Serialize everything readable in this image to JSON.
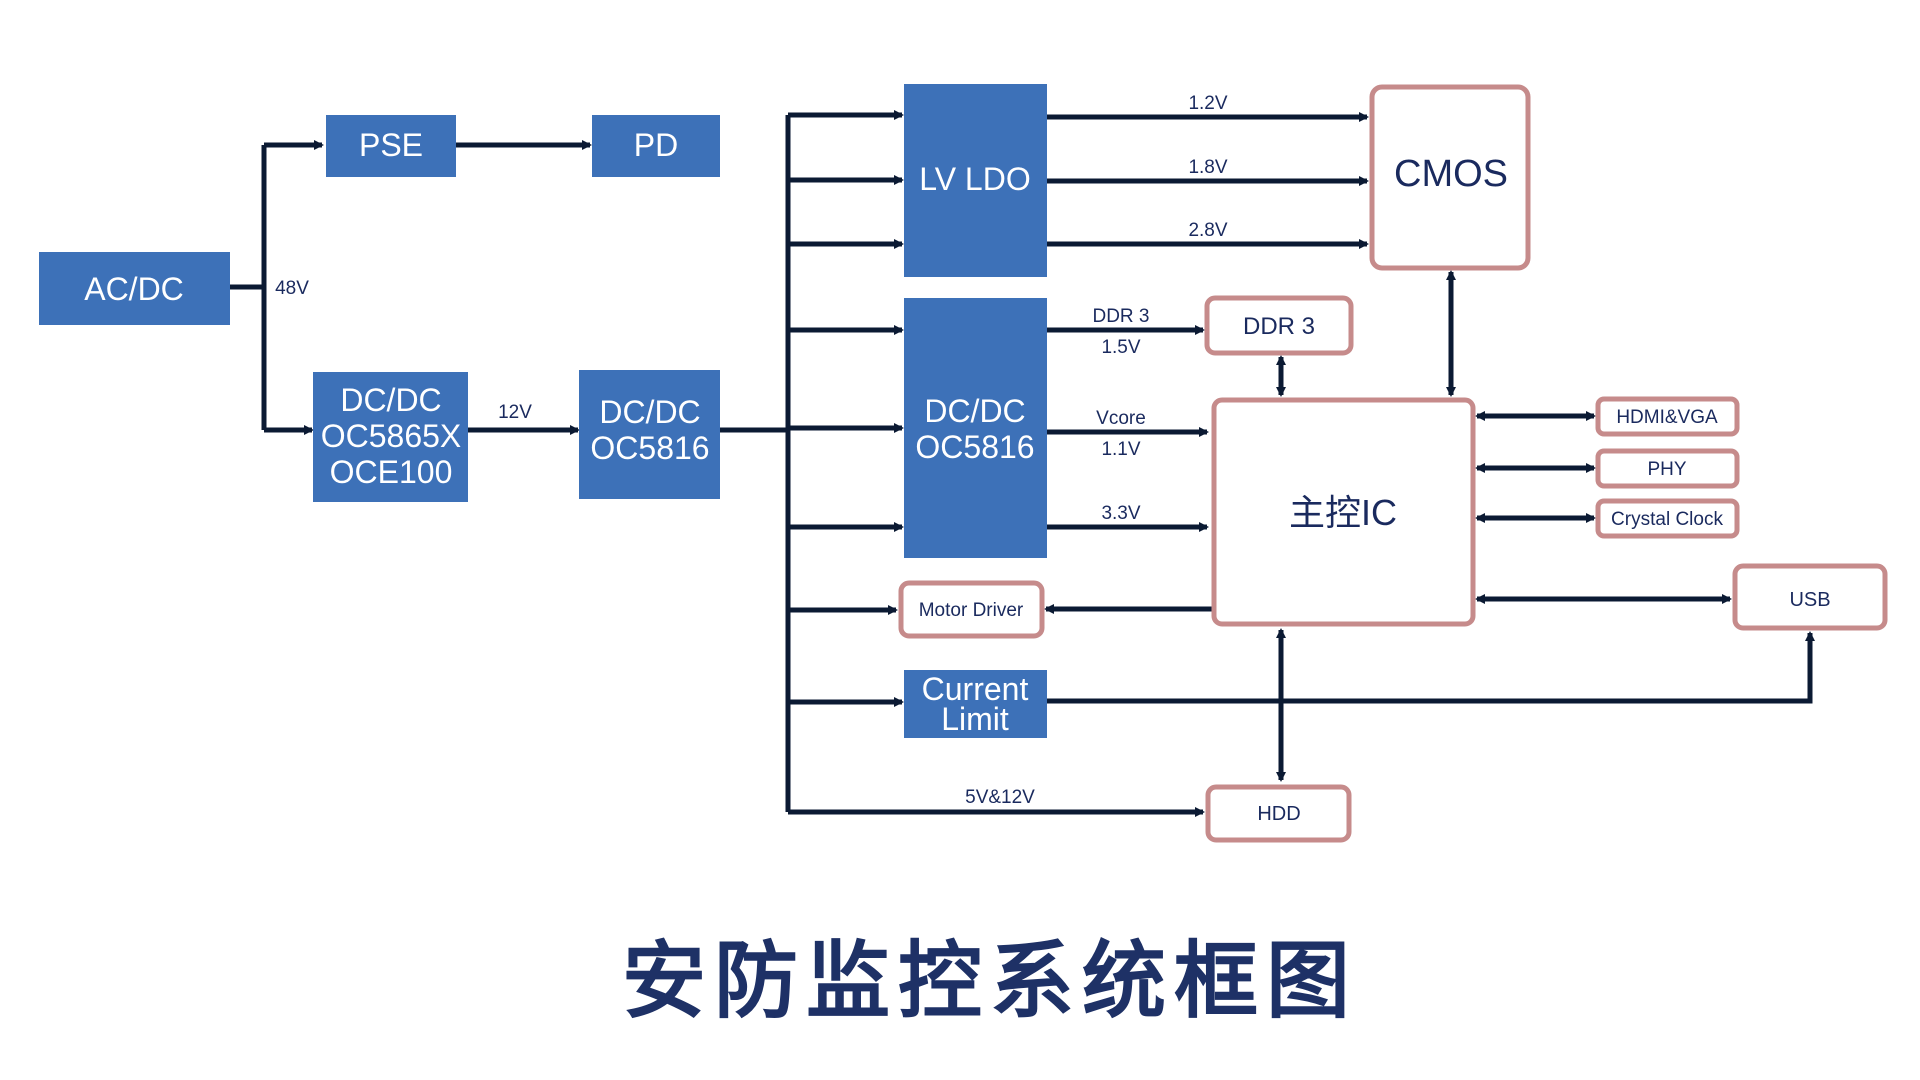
{
  "title": "安防监控系统框图",
  "blocks": {
    "acdc": "AC/DC",
    "pse": "PSE",
    "pd": "PD",
    "dcdc1_line1": "DC/DC",
    "dcdc1_line2": "OC5865X",
    "dcdc1_line3": "OCE100",
    "dcdc2_line1": "DC/DC",
    "dcdc2_line2": "OC5816",
    "lvldo": "LV LDO",
    "dcdc3_line1": "DC/DC",
    "dcdc3_line2": "OC5816",
    "current_line1": "Current",
    "current_line2": "Limit"
  },
  "components": {
    "cmos": "CMOS",
    "ddr3": "DDR 3",
    "main_ic": "主控IC",
    "hdmi_vga": "HDMI&VGA",
    "phy": "PHY",
    "crystal_clock": "Crystal Clock",
    "usb": "USB",
    "motor_driver": "Motor Driver",
    "hdd": "HDD"
  },
  "labels": {
    "v48": "48V",
    "v12": "12V",
    "v1_2": "1.2V",
    "v1_8": "1.8V",
    "v2_8": "2.8V",
    "ddr3_line1": "DDR 3",
    "ddr3_line2": "1.5V",
    "vcore_line1": "Vcore",
    "vcore_line2": "1.1V",
    "v3_3": "3.3V",
    "v5_12": "5V&12V"
  },
  "colors": {
    "block_fill": "#3d71b8",
    "component_border": "#c68b8b",
    "wire": "#0b1a33",
    "text_dark": "#1a2a5e"
  }
}
